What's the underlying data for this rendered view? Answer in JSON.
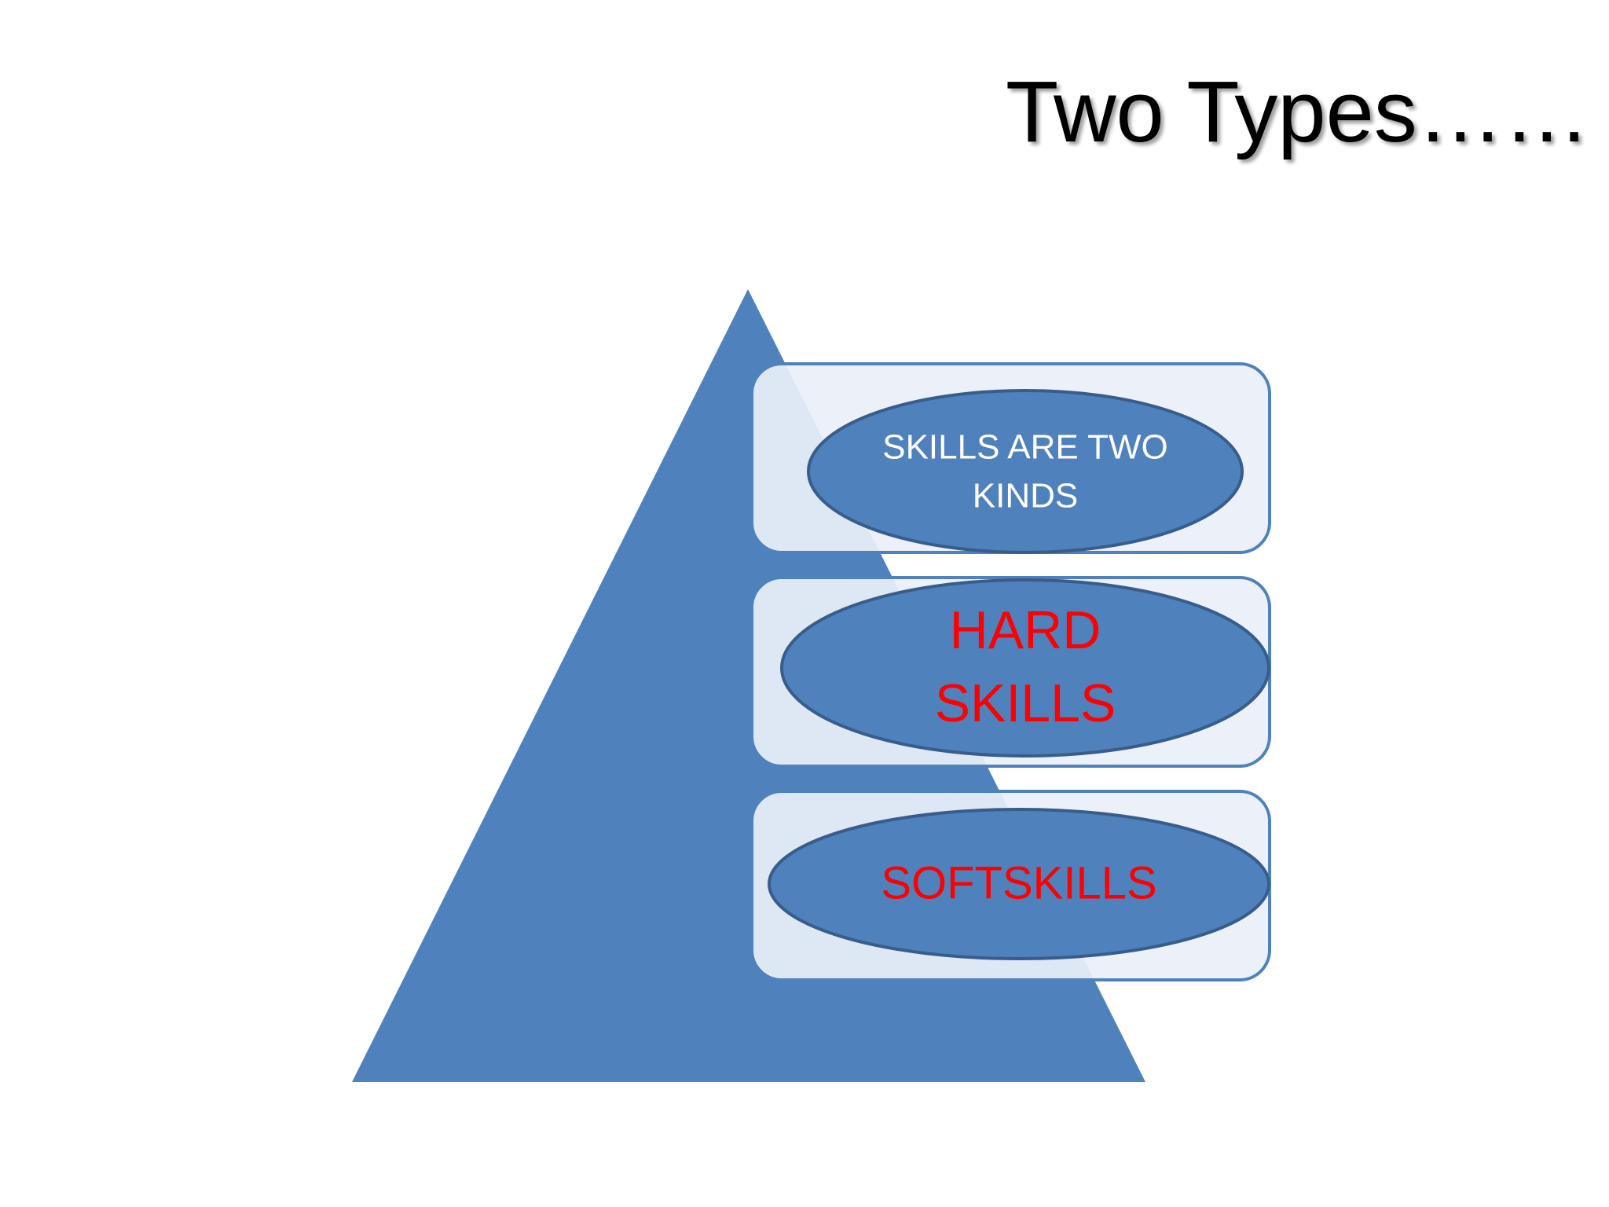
{
  "slide": {
    "title": "Two Types……"
  },
  "diagram": {
    "levels": [
      {
        "lines": [
          "SKILLS ARE TWO",
          "KINDS"
        ]
      },
      {
        "lines": [
          "HARD",
          "SKILLS"
        ]
      },
      {
        "lines": [
          "SOFTSKILLS"
        ]
      }
    ]
  },
  "colors": {
    "pyramid_fill": "#4f81bd",
    "box_fill": "#eaf0f8",
    "box_stroke": "#4f81bd",
    "ellipse_fill": "#4f81bd",
    "ellipse_stroke": "#385d8a",
    "level1_text": "#ffffff",
    "level2_text": "#ff0000",
    "level3_text": "#ff0000"
  }
}
